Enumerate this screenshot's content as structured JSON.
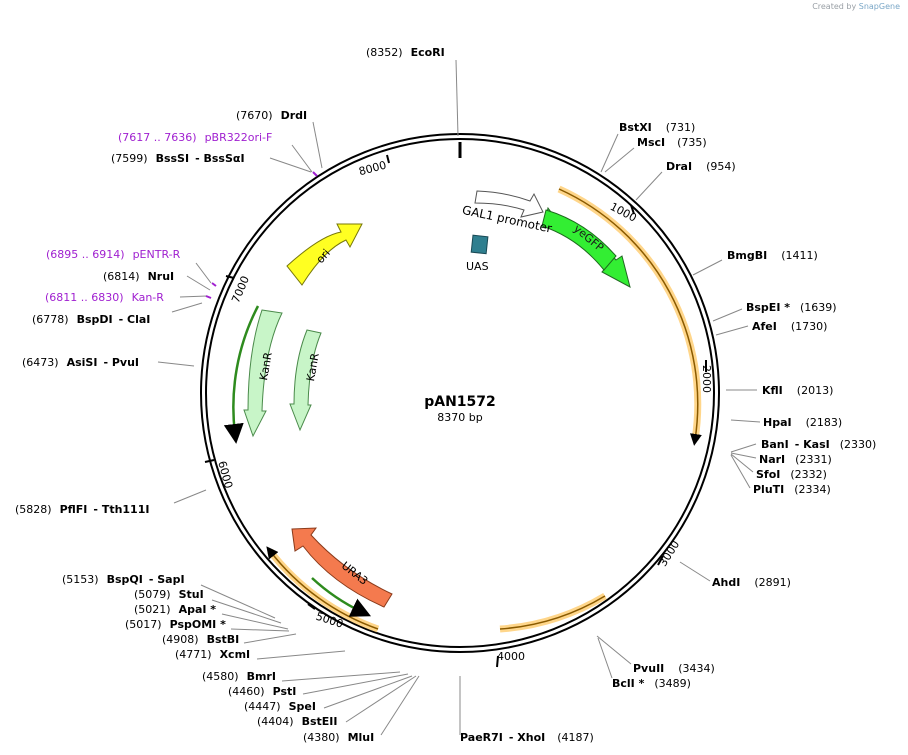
{
  "watermark": {
    "created_by": "Created by",
    "tool": "SnapGene"
  },
  "plasmid": {
    "name": "pAN1572",
    "length_label": "8370 bp",
    "length": 8370
  },
  "ticks": [
    "1000",
    "2000",
    "3000",
    "4000",
    "5000",
    "6000",
    "7000",
    "8000"
  ],
  "features": [
    {
      "label": "yeGFP",
      "color": "#33ee33"
    },
    {
      "label": "URA3",
      "color": "#f47a4e"
    },
    {
      "label": "ori",
      "color": "#ffff22"
    },
    {
      "label": "KanR",
      "color": "#c8f5c8"
    },
    {
      "label": "KanR",
      "color": "#c8f5c8"
    },
    {
      "label": "GAL1 promoter",
      "color": "#ffffff"
    },
    {
      "label": "UAS",
      "color": "#2f7f8f"
    }
  ],
  "sites": [
    {
      "name": "EcoRI",
      "pos": "(8352)"
    },
    {
      "name": "DrdI",
      "pos": "(7670)"
    },
    {
      "name": "pBR322ori-F",
      "pos": "(7617 .. 7636)",
      "primer": true
    },
    {
      "name": "BssSI",
      "name2": "BssSαI",
      "pos": "(7599)"
    },
    {
      "name": "pENTR-R",
      "pos": "(6895 .. 6914)",
      "primer": true
    },
    {
      "name": "NruI",
      "pos": "(6814)"
    },
    {
      "name": "Kan-R",
      "pos": "(6811 .. 6830)",
      "primer": true
    },
    {
      "name": "BspDI",
      "name2": "ClaI",
      "pos": "(6778)"
    },
    {
      "name": "AsiSI",
      "name2": "PvuI",
      "pos": "(6473)"
    },
    {
      "name": "PflFI",
      "name2": "Tth111I",
      "pos": "(5828)"
    },
    {
      "name": "BspQI",
      "name2": "SapI",
      "pos": "(5153)"
    },
    {
      "name": "StuI",
      "pos": "(5079)"
    },
    {
      "name": "ApaI *",
      "pos": "(5021)"
    },
    {
      "name": "PspOMI *",
      "pos": "(5017)"
    },
    {
      "name": "BstBI",
      "pos": "(4908)"
    },
    {
      "name": "XcmI",
      "pos": "(4771)"
    },
    {
      "name": "BmrI",
      "pos": "(4580)"
    },
    {
      "name": "PstI",
      "pos": "(4460)"
    },
    {
      "name": "SpeI",
      "pos": "(4447)"
    },
    {
      "name": "BstEII",
      "pos": "(4404)"
    },
    {
      "name": "MluI",
      "pos": "(4380)"
    },
    {
      "name": "BstXI",
      "pos": "(731)"
    },
    {
      "name": "MscI",
      "pos": "(735)"
    },
    {
      "name": "DraI",
      "pos": "(954)"
    },
    {
      "name": "BmgBI",
      "pos": "(1411)"
    },
    {
      "name": "BspEI *",
      "pos": "(1639)"
    },
    {
      "name": "AfeI",
      "pos": "(1730)"
    },
    {
      "name": "KflI",
      "pos": "(2013)"
    },
    {
      "name": "HpaI",
      "pos": "(2183)"
    },
    {
      "name": "BanI",
      "name2": "KasI",
      "pos": "(2330)"
    },
    {
      "name": "NarI",
      "pos": "(2331)"
    },
    {
      "name": "SfoI",
      "pos": "(2332)"
    },
    {
      "name": "PluTI",
      "pos": "(2334)"
    },
    {
      "name": "AhdI",
      "pos": "(2891)"
    },
    {
      "name": "PvuII",
      "pos": "(3434)"
    },
    {
      "name": "BclI *",
      "pos": "(3489)"
    },
    {
      "name": "PaeR7I",
      "name2": "XhoI",
      "pos": "(4187)"
    }
  ]
}
